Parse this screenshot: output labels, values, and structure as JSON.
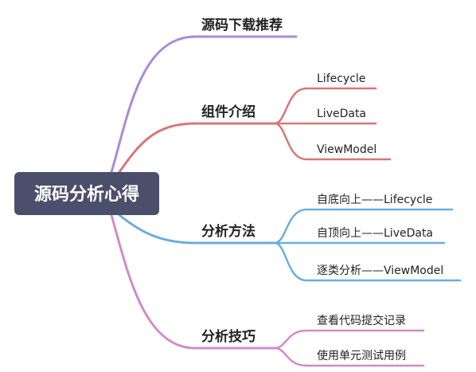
{
  "root": {
    "label": "源码分析心得",
    "color": "#4b4f6c"
  },
  "branches": [
    {
      "label": "源码下载推荐",
      "color": "#a98bd6",
      "children": []
    },
    {
      "label": "组件介绍",
      "color": "#d97777",
      "children": [
        "Lifecycle",
        "LiveData",
        "ViewModel"
      ]
    },
    {
      "label": "分析方法",
      "color": "#6aaedc",
      "children": [
        "自底向上——Lifecycle",
        "自顶向上——LiveData",
        "逐类分析——ViewModel"
      ]
    },
    {
      "label": "分析技巧",
      "color": "#d18ac9",
      "children": [
        "查看代码提交记录",
        "使用单元测试用例"
      ]
    }
  ]
}
